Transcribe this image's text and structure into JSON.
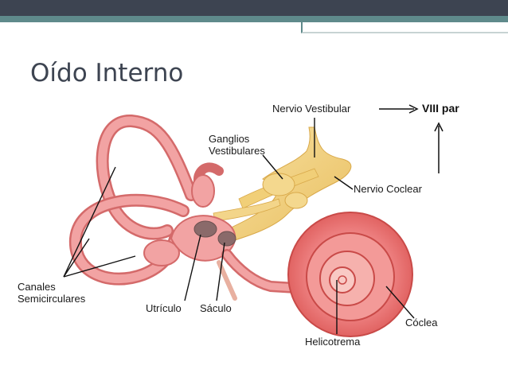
{
  "slide": {
    "title": "Oído Interno"
  },
  "labels": {
    "nervio_vestibular": "Nervio Vestibular",
    "viii_par": "VIII par",
    "ganglios_line1": "Ganglios",
    "ganglios_line2": "Vestibulares",
    "nervio_coclear": "Nervio Coclear",
    "canales_line1": "Canales",
    "canales_line2": "Semicirculares",
    "utriculo": "Utrículo",
    "saculo": "Sáculo",
    "coclea": "Cóclea",
    "helicotrema": "Helicotrema"
  },
  "colors": {
    "header_dark": "#3d4451",
    "header_accent": "#5f8a8b",
    "labyrinth_pink": "#f2a3a3",
    "labyrinth_red": "#e05a5a",
    "nerve_yellow": "#f3d58a"
  }
}
